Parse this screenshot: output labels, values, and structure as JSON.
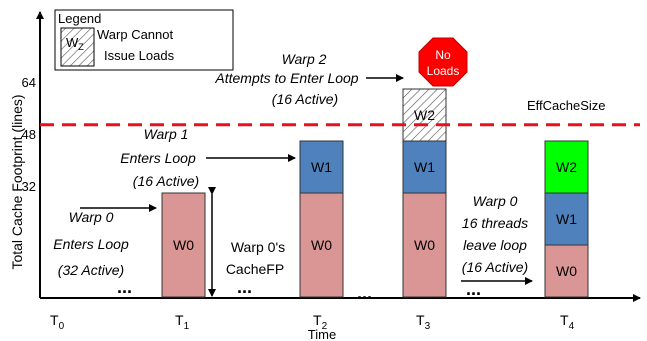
{
  "legend": {
    "title": "Legend",
    "symbol": "W",
    "symbol_sub": "Z",
    "line1": "Warp Cannot",
    "line2": "Issue Loads"
  },
  "axes": {
    "ylabel": "Total Cache Footprint (lines)",
    "xlabel": "Time",
    "y_ticks": [
      "32",
      "48",
      "64"
    ],
    "x_ticks": [
      {
        "main": "T",
        "sub": "0"
      },
      {
        "main": "T",
        "sub": "1"
      },
      {
        "main": "T",
        "sub": "2"
      },
      {
        "main": "T",
        "sub": "3"
      },
      {
        "main": "T",
        "sub": "4"
      }
    ]
  },
  "threshold": {
    "label": "EffCacheSize",
    "value": 53,
    "color": "#e8101a"
  },
  "stop_sign": {
    "line1": "No",
    "line2": "Loads",
    "color": "#ff0000"
  },
  "annotations": {
    "warp0_enter": [
      "Warp 0",
      "Enters Loop",
      "(32 Active)"
    ],
    "warp1_enter": [
      "Warp 1",
      "Enters Loop",
      "(16 Active)"
    ],
    "warp2_attempt": [
      "Warp 2",
      "Attempts to Enter Loop",
      "(16 Active)"
    ],
    "warp0_leave": [
      "Warp 0",
      "16 threads",
      "leave loop",
      "(16 Active)"
    ],
    "cachefp": [
      "Warp 0's",
      "CacheFP"
    ]
  },
  "ellipsis": "...",
  "colors": {
    "w0": "#d99694",
    "w1": "#4f81bd",
    "w2": "#00ff00",
    "w2_hatch": "#ffffff"
  },
  "stacks": [
    {
      "time": "T1",
      "segments": [
        {
          "label": "W0",
          "value": 32,
          "kind": "w0"
        }
      ]
    },
    {
      "time": "T2",
      "segments": [
        {
          "label": "W0",
          "value": 32,
          "kind": "w0"
        },
        {
          "label": "W1",
          "value": 16,
          "kind": "w1"
        }
      ]
    },
    {
      "time": "T3",
      "segments": [
        {
          "label": "W0",
          "value": 32,
          "kind": "w0"
        },
        {
          "label": "W1",
          "value": 16,
          "kind": "w1"
        },
        {
          "label": "W2",
          "value": 16,
          "kind": "hatch"
        }
      ]
    },
    {
      "time": "T4",
      "segments": [
        {
          "label": "W0",
          "value": 16,
          "kind": "w0"
        },
        {
          "label": "W1",
          "value": 16,
          "kind": "w1"
        },
        {
          "label": "W2",
          "value": 16,
          "kind": "w2"
        }
      ]
    }
  ]
}
